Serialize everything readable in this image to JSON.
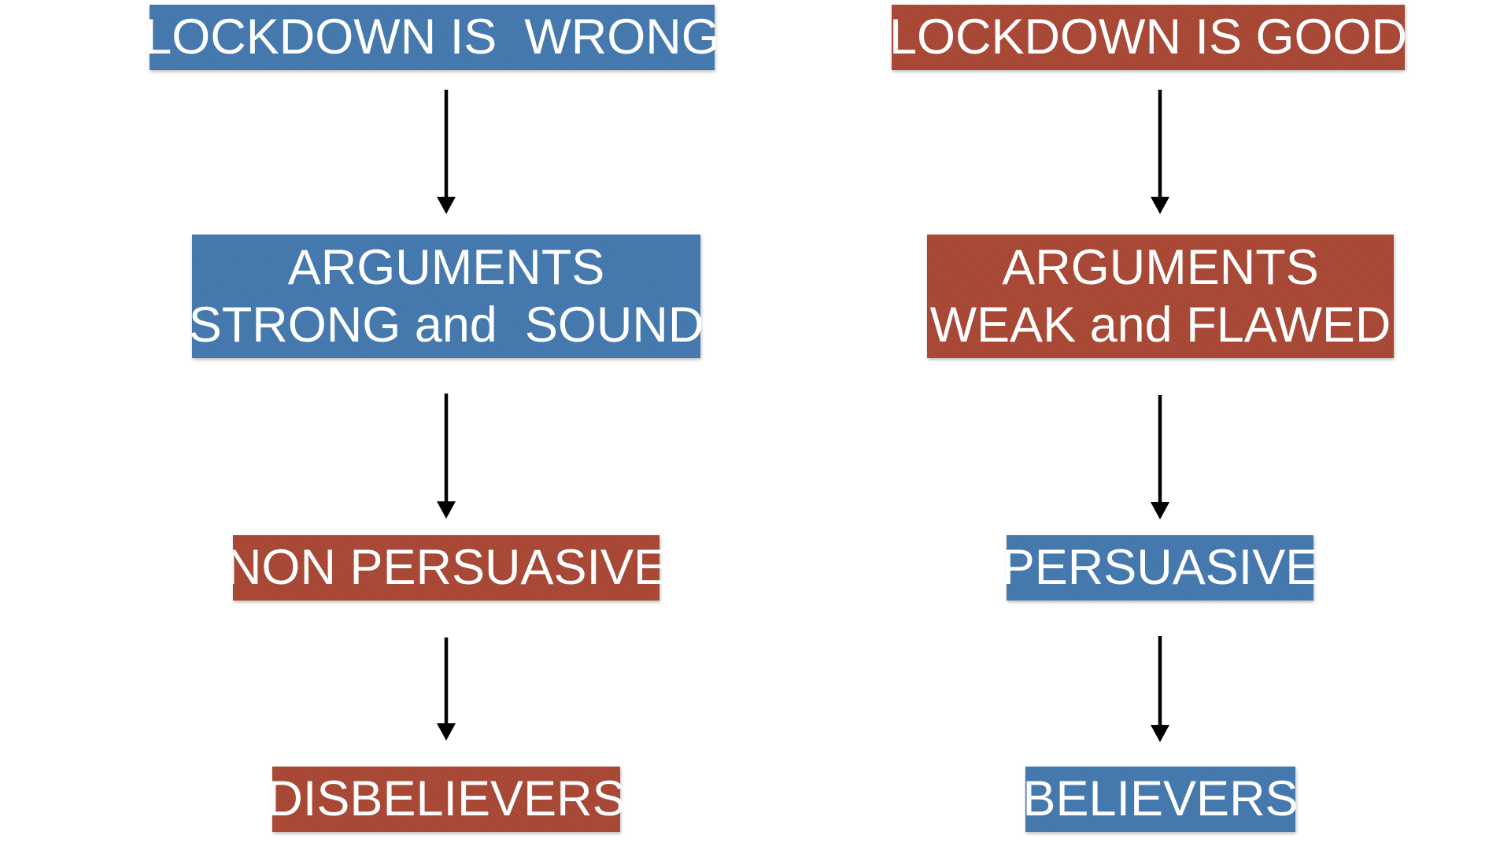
{
  "diagram": {
    "left": {
      "top": "LOCKDOWN IS  WRONG",
      "arguments": [
        "ARGUMENTS",
        "STRONG and  SOUND"
      ],
      "persuasion": "NON PERSUASIVE",
      "outcome": "DISBELIEVERS"
    },
    "right": {
      "top": "LOCKDOWN IS GOOD",
      "arguments": [
        "ARGUMENTS",
        "WEAK and FLAWED"
      ],
      "persuasion": "PERSUASIVE",
      "outcome": "BELIEVERS"
    }
  },
  "colors": {
    "blue": "#4479ae",
    "red": "#a94734",
    "arrow": "#000000",
    "text": "#ffffff"
  }
}
